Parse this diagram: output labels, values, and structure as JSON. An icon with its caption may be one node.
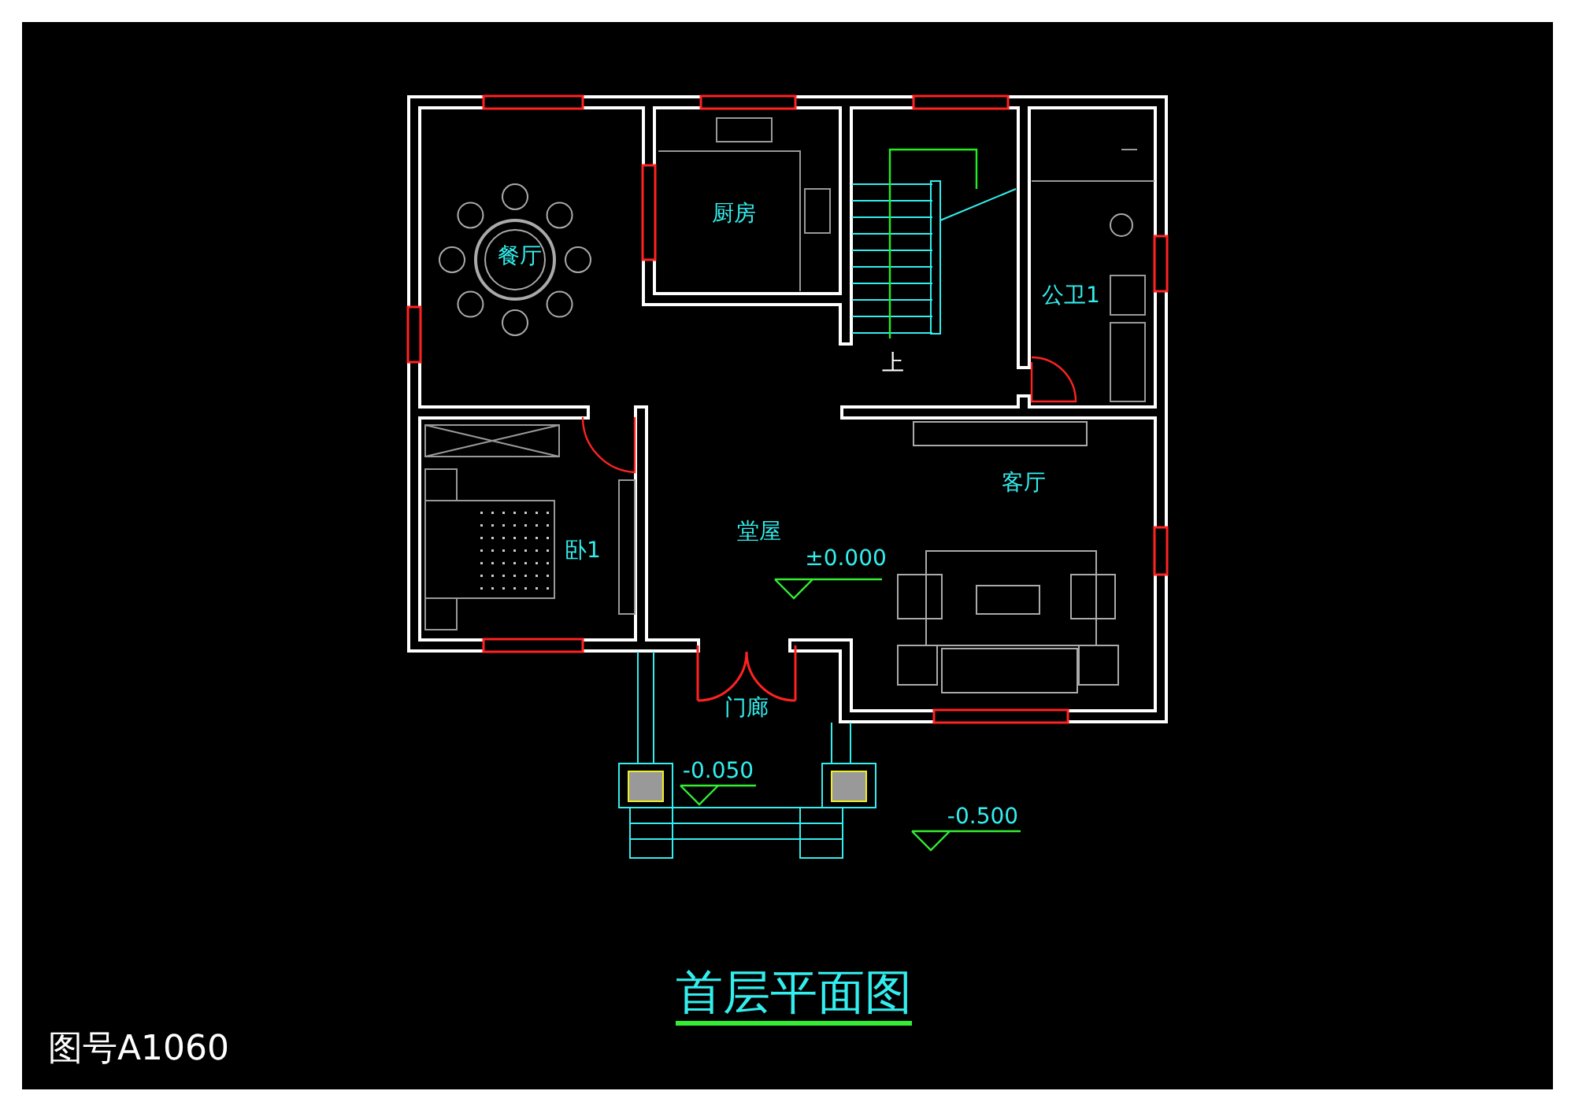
{
  "diagram": {
    "title": "首层平面图",
    "labels": [
      "餐厅",
      "厨房",
      "上",
      "公卫1",
      "卧1",
      "堂屋",
      "客厅",
      "±0.000",
      "门廊",
      "-0.050",
      "-0.500",
      "图号A1060"
    ]
  }
}
